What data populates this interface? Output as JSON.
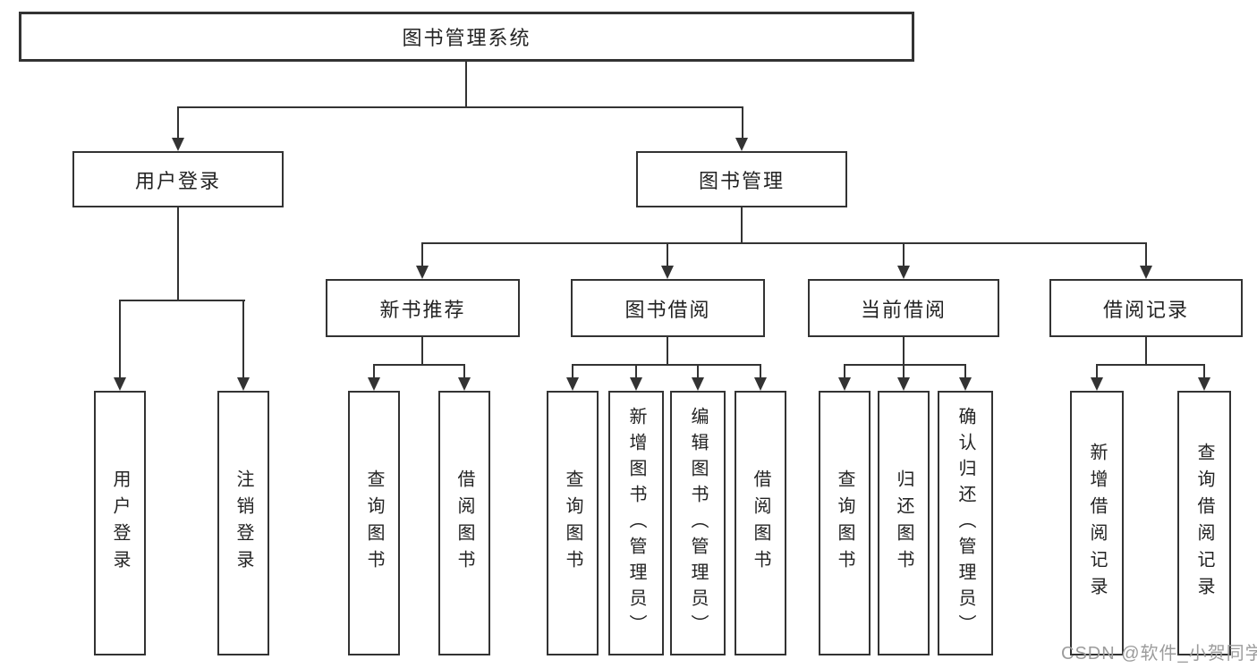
{
  "diagram": {
    "title": "图书管理系统",
    "tree": {
      "root": "图书管理系统",
      "branches": [
        {
          "label": "用户登录",
          "children": [
            "用户登录",
            "注销登录"
          ]
        },
        {
          "label": "图书管理",
          "groups": [
            {
              "label": "新书推荐",
              "children": [
                "查询图书",
                "借阅图书"
              ]
            },
            {
              "label": "图书借阅",
              "children": [
                "查询图书",
                "新增图书（管理员）",
                "编辑图书（管理员）",
                "借阅图书"
              ]
            },
            {
              "label": "当前借阅",
              "children": [
                "查询图书",
                "归还图书",
                "确认归还（管理员）"
              ]
            },
            {
              "label": "借阅记录",
              "children": [
                "新增借阅记录",
                "查询借阅记录"
              ]
            }
          ]
        }
      ]
    },
    "colors": {
      "line": "#333333",
      "text": "#232323",
      "background": "#ffffff",
      "watermark": "#9c9c9c"
    }
  },
  "watermark": {
    "text": "CSDN @软件_小贺同学"
  }
}
